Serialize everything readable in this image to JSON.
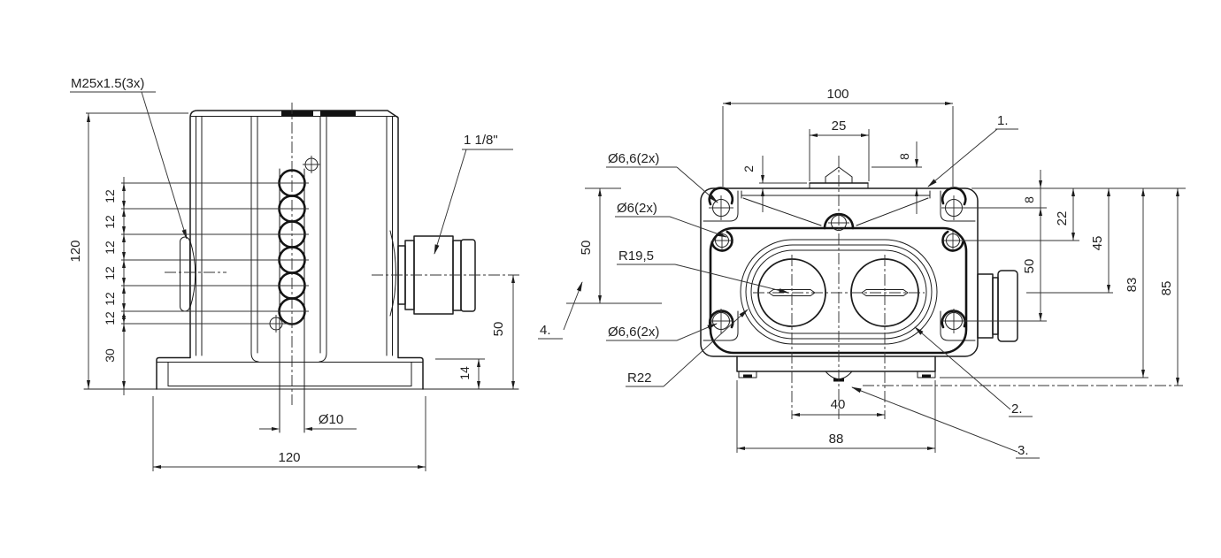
{
  "drawing": {
    "front_view": {
      "thread_label": "M25x1.5(3x)",
      "connector_size_label": "1 1/8\"",
      "dim_overall_height": "120",
      "dim_terminal_pitch": "12",
      "dim_base_height": "30",
      "dim_channel_diameter": "Ø10",
      "dim_overall_width": "120",
      "dim_foot_height": "14",
      "dim_connector_axis_height": "50"
    },
    "top_view": {
      "dim_mounting_width": "100",
      "dim_marker_width": "25",
      "dim_plate_thickness": "2",
      "dim_marker_height": "8",
      "dim_top_hole_offset": "8",
      "dim_second_hole_offset": "22",
      "dim_axis_offset": "45",
      "dim_hole_spacing": "50",
      "dim_left_span": "50",
      "dim_body_height": "83",
      "dim_overall_height": "85",
      "dim_screw_spacing": "40",
      "dim_bottom_width": "88",
      "label_hole_top": "Ø6,6(2x)",
      "label_hole_small": "Ø6(2x)",
      "label_radius_inner": "R19,5",
      "label_hole_bottom": "Ø6,6(2x)",
      "label_radius_outer": "R22",
      "ref_1": "1.",
      "ref_2": "2.",
      "ref_3": "3.",
      "ref_4": "4."
    }
  }
}
